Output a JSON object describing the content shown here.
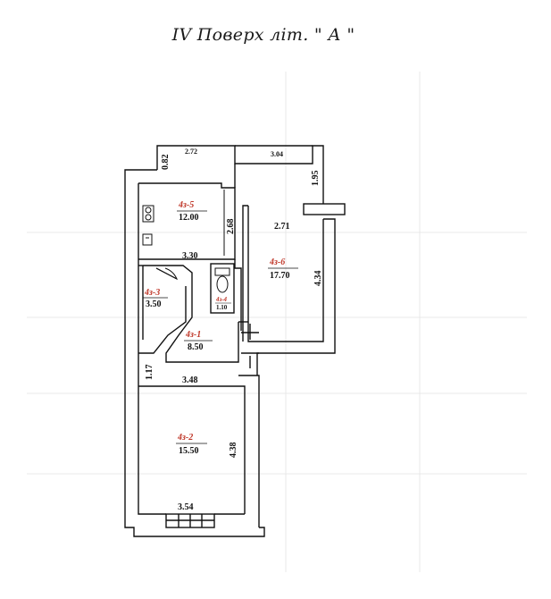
{
  "title": "IV Поверх літ.  \" А \"",
  "rooms": [
    {
      "number": "4з-5",
      "area": "12.00"
    },
    {
      "number": "4з-6",
      "area": "17.70"
    },
    {
      "number": "4з-3",
      "area": "3.50"
    },
    {
      "number": "4з-4",
      "area": "1.10"
    },
    {
      "number": "4з-1",
      "area": "8.50"
    },
    {
      "number": "4з-2",
      "area": "15.50"
    }
  ],
  "dimensions": {
    "d_0_82": "0.82",
    "d_2_72": "2.72",
    "d_3_04": "3.04",
    "d_1_95": "1.95",
    "d_2_68": "2.68",
    "d_2_71": "2.71",
    "d_3_30": "3.30",
    "d_4_34": "4.34",
    "d_1_17": "1.17",
    "d_3_48": "3.48",
    "d_4_38": "4.38",
    "d_3_54": "3.54"
  }
}
